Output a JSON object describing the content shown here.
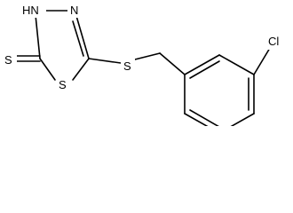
{
  "molecule": {
    "atoms": {
      "sulfur_thione": "S",
      "nitrogen_nh": "HN",
      "nitrogen_n": "N",
      "sulfur_ring": "S",
      "sulfur_linker": "S",
      "chlorine": "Cl"
    }
  }
}
